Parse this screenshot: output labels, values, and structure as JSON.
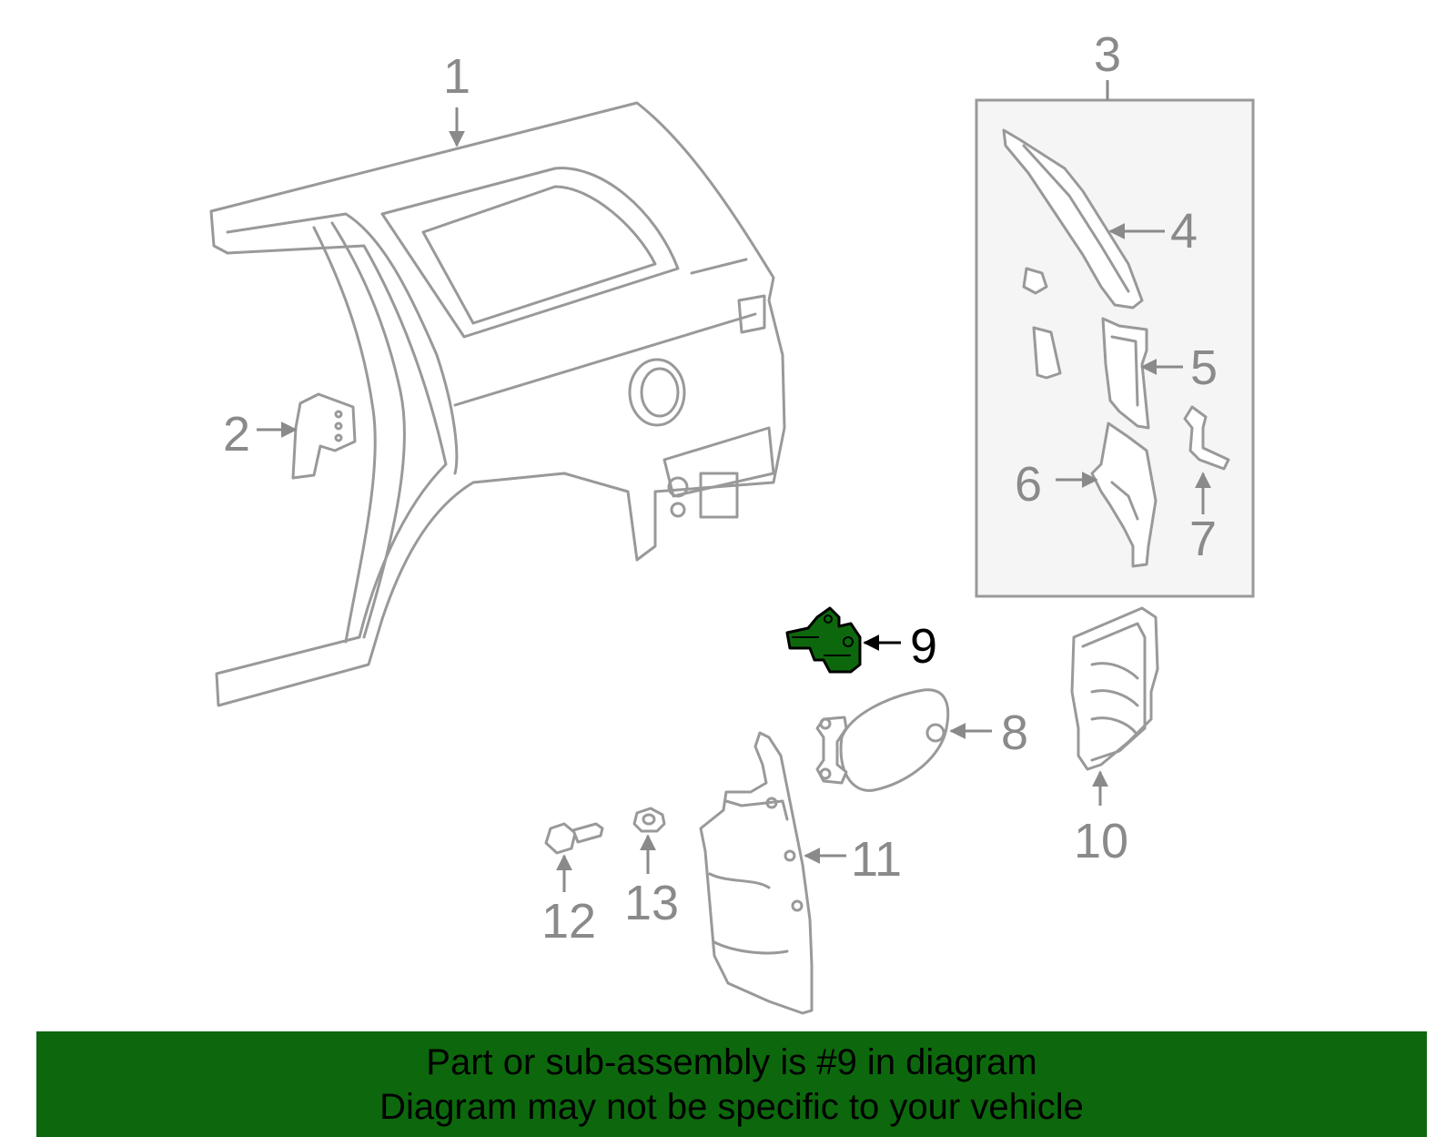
{
  "diagram": {
    "highlight_color": "#0d680d",
    "part_color": "#999999",
    "callouts": [
      {
        "id": "1",
        "label": "1"
      },
      {
        "id": "2",
        "label": "2"
      },
      {
        "id": "3",
        "label": "3"
      },
      {
        "id": "4",
        "label": "4"
      },
      {
        "id": "5",
        "label": "5"
      },
      {
        "id": "6",
        "label": "6"
      },
      {
        "id": "7",
        "label": "7"
      },
      {
        "id": "8",
        "label": "8"
      },
      {
        "id": "9",
        "label": "9",
        "highlighted": true
      },
      {
        "id": "10",
        "label": "10"
      },
      {
        "id": "11",
        "label": "11"
      },
      {
        "id": "12",
        "label": "12"
      },
      {
        "id": "13",
        "label": "13"
      }
    ]
  },
  "banner": {
    "line1": "Part or sub-assembly is #9 in diagram",
    "line2": "Diagram may not be specific to your vehicle",
    "background": "#0d680d"
  }
}
